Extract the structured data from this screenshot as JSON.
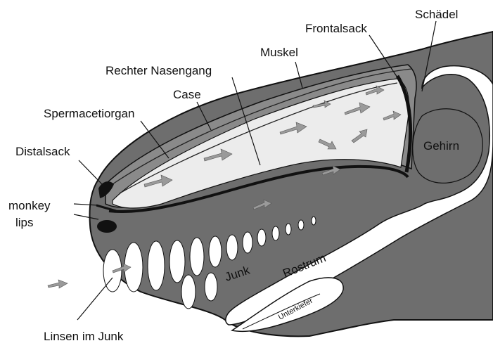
{
  "labels": {
    "schaedel": "Schädel",
    "frontalsack": "Frontalsack",
    "muskel": "Muskel",
    "nasengang": "Rechter Nasengang",
    "case": "Case",
    "spermaceti": "Spermacetiorgan",
    "distalsack": "Distalsack",
    "monkey": "monkey",
    "lips": "lips",
    "gehirn": "Gehirn",
    "junk": "Junk",
    "rostrum": "Rostrum",
    "unterkiefer": "Unterkiefer",
    "linsen": "Linsen im Junk"
  },
  "colors": {
    "body": "#6e6e6e",
    "case": "#8a8a8a",
    "organ": "#ececec",
    "bone": "#ffffff",
    "outline": "#111111",
    "arrow": "#9a9a9a"
  }
}
